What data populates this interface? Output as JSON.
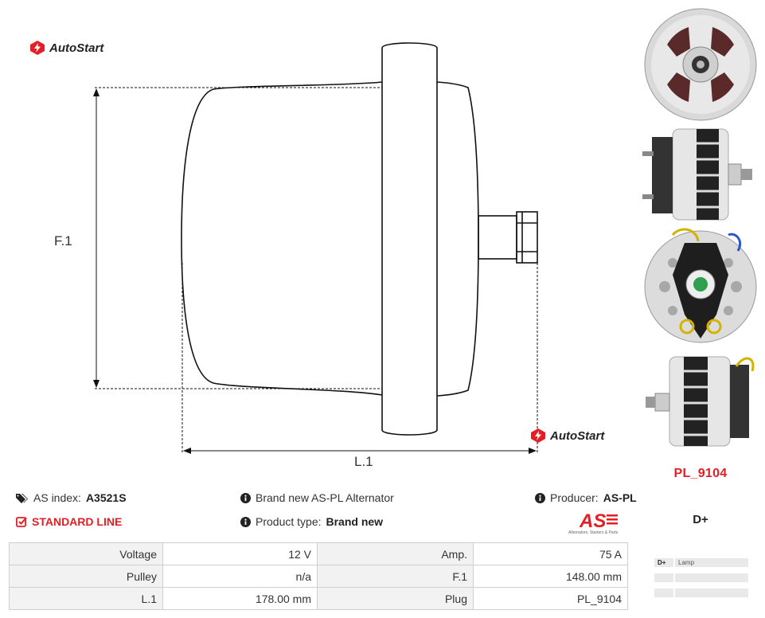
{
  "brand": {
    "name": "AutoStart"
  },
  "dimensions": {
    "height_label": "F.1",
    "length_label": "L.1"
  },
  "product": {
    "part_code": "PL_9104",
    "plug": "D+",
    "as_index_label": "AS index:",
    "as_index_value": "A3521S",
    "line": "STANDARD LINE",
    "description": "Brand new AS-PL Alternator",
    "product_type_label": "Product type:",
    "product_type_value": "Brand new",
    "producer_label": "Producer:",
    "producer_value": "AS-PL"
  },
  "as_logo": {
    "mark": "AS",
    "tagline": "Alternators, Starters & Parts"
  },
  "pins": [
    {
      "pin": "D+",
      "desc": "Lamp"
    },
    {
      "pin": "",
      "desc": ""
    },
    {
      "pin": "",
      "desc": ""
    }
  ],
  "specs": [
    {
      "k1": "Voltage",
      "v1": "12 V",
      "k2": "Amp.",
      "v2": "75 A"
    },
    {
      "k1": "Pulley",
      "v1": "n/a",
      "k2": "F.1",
      "v2": "148.00 mm"
    },
    {
      "k1": "L.1",
      "v1": "178.00 mm",
      "k2": "Plug",
      "v2": "PL_9104"
    }
  ],
  "colors": {
    "accent": "#e31e24",
    "table_header_bg": "#f2f2f2",
    "border": "#cfcfcf"
  },
  "icons": [
    "autostart-logo-icon",
    "tag-icon",
    "check-square-icon",
    "info-icon"
  ]
}
